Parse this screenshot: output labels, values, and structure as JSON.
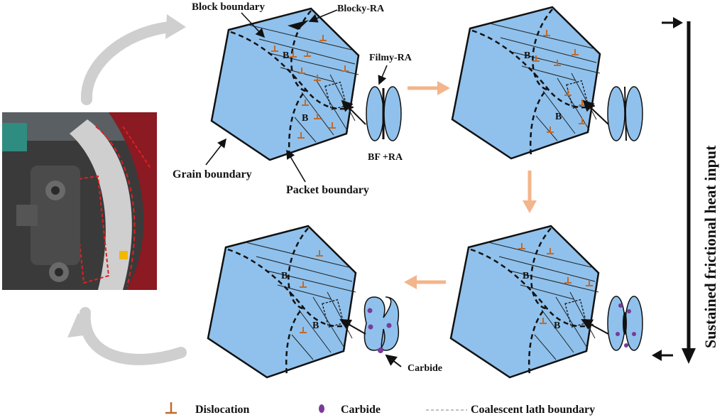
{
  "labels": {
    "block_boundary": "Block boundary",
    "blocky_ra": "Blocky-RA",
    "filmy_ra": "Filmy-RA",
    "bf_ra": "BF +RA",
    "grain_boundary": "Grain boundary",
    "packet_boundary": "Packet boundary",
    "carbide": "Carbide",
    "block_marker": "B",
    "side_title": "Sustained frictional heat input"
  },
  "legend": {
    "dislocation": "Dislocation",
    "carbide": "Carbide",
    "coalescent": "Coalescent lath boundary"
  },
  "colors": {
    "grain_fill": "#8fc1ec",
    "dislocation": "#c06a2c",
    "carbide": "#7a3a9a",
    "flow_arrow": "#f3b58b",
    "cycle_arrow": "#cfcfcf",
    "wheel_red": "#8b1a22",
    "annotation_red": "#e02020"
  },
  "icons": {
    "dislocation_symbol": "⊥",
    "photo": "railway-brake-photo"
  }
}
